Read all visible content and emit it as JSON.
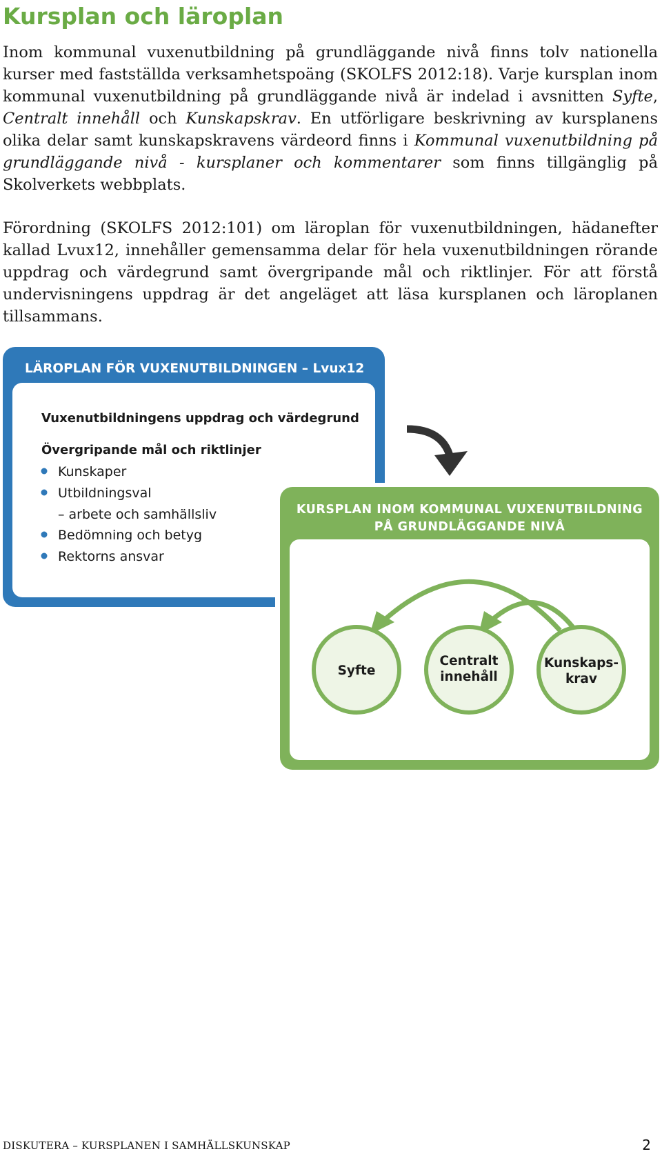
{
  "heading": "Kursplan och läroplan",
  "paragraph1": {
    "a": "Inom kommunal vuxenutbildning på grundläggande nivå finns tolv nationella kurser med fastställda verksamhetspoäng (SKOLFS 2012:18). Varje kursplan inom kommu­nal vuxenutbildning på grundläggande nivå är indelad i avsnitten ",
    "i1": "Syfte",
    "b": ", ",
    "i2": "Centralt innehåll",
    "c": " och ",
    "i3": "Kunskapskrav",
    "d": ". En utförligare beskrivning av kursplanens olika delar samt kun­skapskravens värdeord finns i ",
    "i4": "Kommunal vuxenutbildning på grundläggande nivå - kursplaner och kommentarer",
    "e": " som finns tillgänglig på Skolverkets webbplats."
  },
  "paragraph2": "Förordning (SKOLFS 2012:101) om läroplan för vuxenutbildningen, hädanefter kallad Lvux12, innehåller gemensamma delar för hela vuxenutbildningen rörande uppdrag och värdegrund samt övergripande mål och riktlinjer. För att förstå under­visningens uppdrag är det angeläget att läsa kursplanen och läroplanen tillsammans.",
  "diagram": {
    "curriculum_header": "LÄROPLAN FÖR VUXENUTBILDNINGEN – Lvux12",
    "curriculum_heading1": "Vuxenutbildningens uppdrag och värdegrund",
    "curriculum_heading2": "Övergripande mål och riktlinjer",
    "curriculum_items": [
      "Kunskaper",
      "Utbildningsval",
      "– arbete och samhällsliv",
      "Bedömning och betyg",
      "Rektorns ansvar"
    ],
    "syllabus_header_line1": "KURSPLAN INOM KOMMUNAL VUXENUTBILDNING",
    "syllabus_header_line2": "PÅ GRUNDLÄGGANDE NIVÅ",
    "circle1": "Syfte",
    "circle2_line1": "Centralt",
    "circle2_line2": "innehåll",
    "circle3_line1": "Kunskaps-",
    "circle3_line2": "krav",
    "colors": {
      "blue": "#2f79b9",
      "green": "#7fb25a",
      "circle_fill": "#eef5e6",
      "title_green": "#6aab45"
    }
  },
  "footer": {
    "left": "DISKUTERA – KURSPLANEN I SAMHÄLLSKUNSKAP",
    "page_number": "2"
  }
}
